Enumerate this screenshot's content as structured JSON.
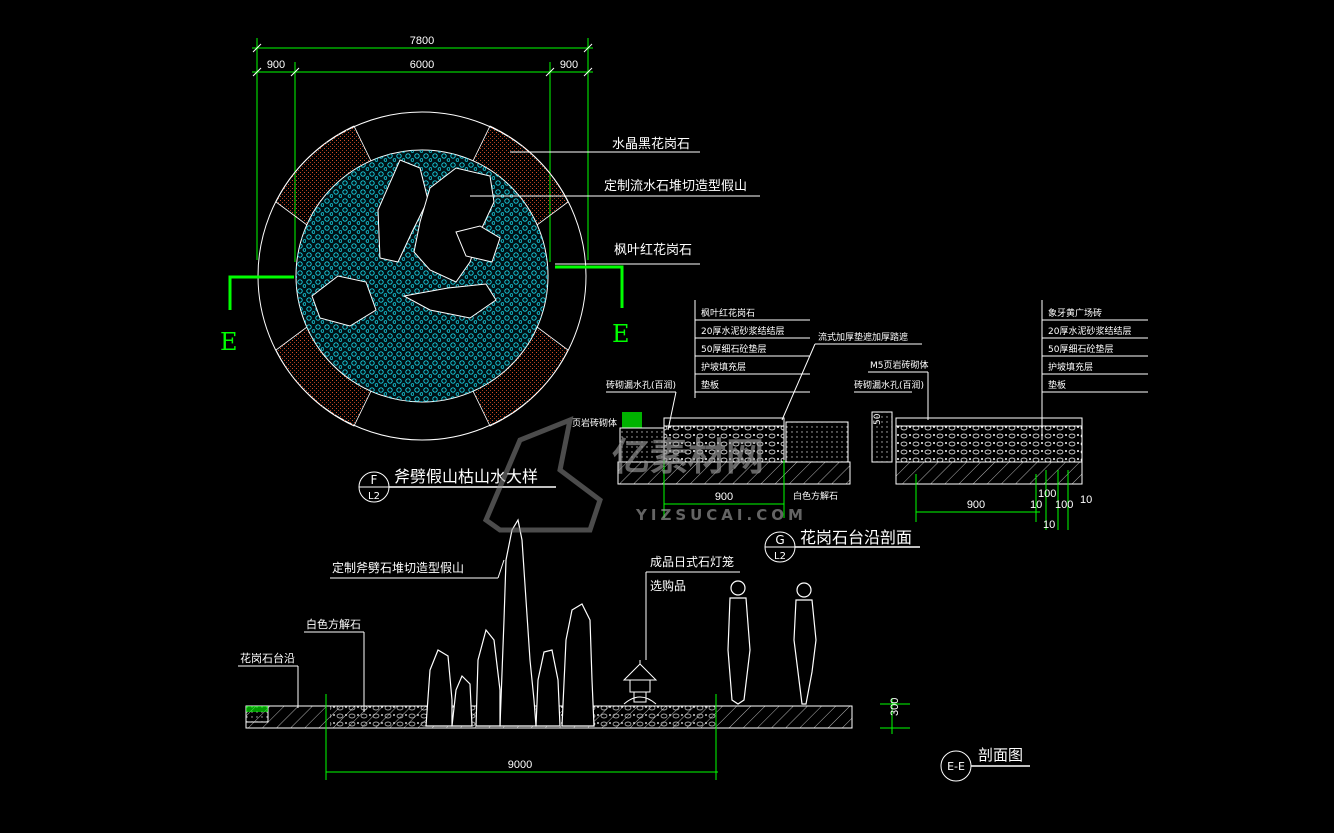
{
  "colors": {
    "background": "#000000",
    "line_white": "#ffffff",
    "dimension_green": "#00ff00",
    "cyan_pebbles": "#19d4e6",
    "orange_granite": "#d0502a"
  },
  "plan": {
    "dims": {
      "total": "7800",
      "middle": "6000",
      "left": "900",
      "right": "900"
    },
    "callouts": [
      "水晶黑花岗石",
      "定制流水石堆切造型假山",
      "枫叶红花岗石"
    ],
    "section_mark_left": "E",
    "section_mark_right": "E",
    "title": "斧劈假山枯山水大样",
    "badge_top": "F",
    "badge_bottom": "L2"
  },
  "curb_section": {
    "left_labels": [
      "枫叶红花岗石",
      "20厚水泥砂浆结结层",
      "50厚细石砼垫层",
      "护坡填充层",
      "垫板"
    ],
    "right_labels": [
      "象牙黄广场砖",
      "20厚水泥砂浆结结层",
      "50厚细石砼垫层",
      "护坡填充层",
      "垫板"
    ],
    "mid_labels": {
      "top": "流式加厚垫遮加厚踏遮",
      "m5": "M5页岩砖砌体",
      "drain_left": "砖砌漏水孔(百润)",
      "drain_right": "砖砌漏水孔(百润)",
      "left_side": "页岩砖砌体",
      "white_stone": "白色方解石",
      "height": "50"
    },
    "dims": {
      "left_width": "900",
      "right_width": "900",
      "v1": "100",
      "v2": "100",
      "v3": "10",
      "v4": "10",
      "v5": "10"
    },
    "title": "花岗石台沿剖面",
    "badge_top": "G",
    "badge_bottom": "L2"
  },
  "elevation": {
    "labels": {
      "rockery": "定制斧劈石堆切造型假山",
      "white_stone": "白色方解石",
      "curb": "花岗石台沿",
      "lantern_line1": "成品日式石灯笼",
      "lantern_line2": "选购品"
    },
    "dims": {
      "width": "9000",
      "height": "300"
    },
    "title": "剖面图",
    "badge": "E-E"
  },
  "watermark": {
    "main": "亿素材网",
    "sub": "YIZSUCAI.COM"
  }
}
